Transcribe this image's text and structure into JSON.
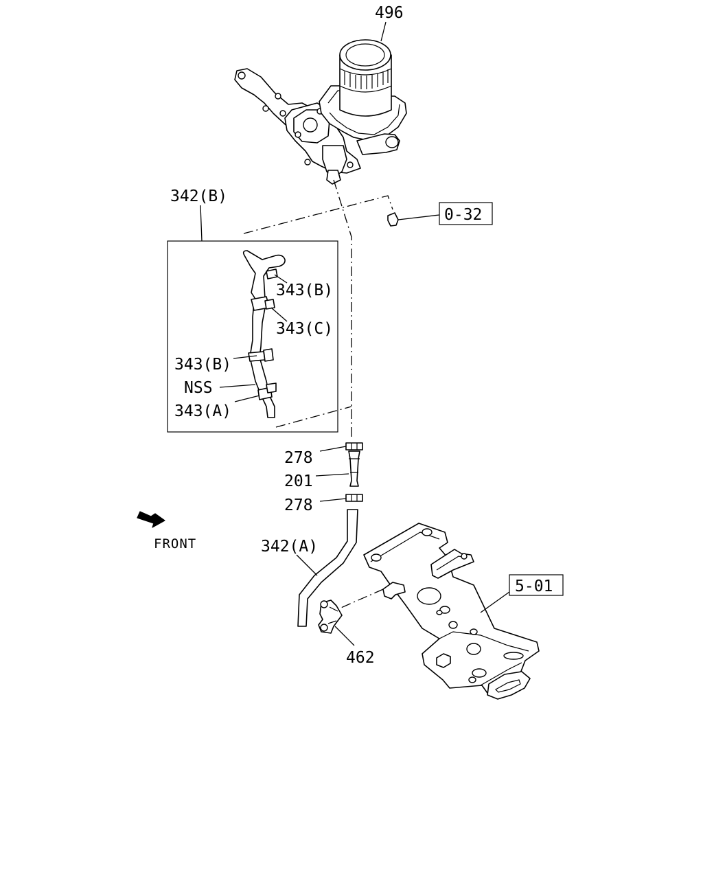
{
  "labels": {
    "p496": "496",
    "p342b": "342(B)",
    "p343b_top": "343(B)",
    "p343c": "343(C)",
    "p343b_mid": "343(B)",
    "nss": "NSS",
    "p343a": "343(A)",
    "p278_top": "278",
    "p201": "201",
    "p278_bot": "278",
    "p342a": "342(A)",
    "p462": "462"
  },
  "references": {
    "ref_0_32": "0-32",
    "ref_5_01": "5-01"
  },
  "direction": {
    "front_label": "FRONT",
    "arrow_icon": "front-arrow-icon"
  }
}
